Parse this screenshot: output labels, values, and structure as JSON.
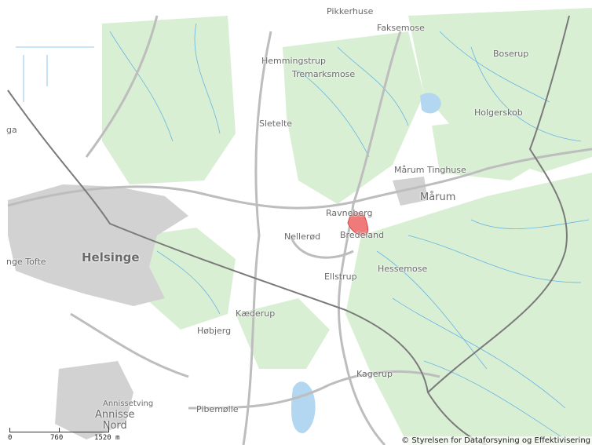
{
  "map": {
    "places": {
      "pikkerhuse": "Pikkerhuse",
      "faksemose": "Faksemose",
      "hemmingstrup": "Hemmingstrup",
      "tremarksmose": "Tremarksmose",
      "boserup": "Boserup",
      "holgerskob": "Holgerskob",
      "sletelte": "Sletelte",
      "ga": "ga",
      "marum_tinghuse": "Mårum Tinghuse",
      "marum": "Mårum",
      "ravneberg": "Ravneberg",
      "bredeland": "Bredeland",
      "nellerod": "Nellerød",
      "helsinge": "Helsinge",
      "nge_tofte": "nge Tofte",
      "ellstrup": "Ellstrup",
      "hessemose": "Hessemose",
      "kaederup": "Kæderup",
      "hobjerg": "Høbjerg",
      "kagerup": "Kagerup",
      "annissetving": "Annissetving",
      "annisse_nord": "Annisse\nNord",
      "pibemolle": "Pibemølle"
    },
    "scale": {
      "t0": "0",
      "t1": "760",
      "t2": "1520 m"
    },
    "attribution": "© Styrelsen for Dataforsyning og Effektivisering",
    "colors": {
      "forest": "#d9efd4",
      "highlight": "#f07a7a",
      "water": "#4da6e6",
      "lake": "#b3d7f0",
      "urban": "#d2d2d2"
    }
  }
}
